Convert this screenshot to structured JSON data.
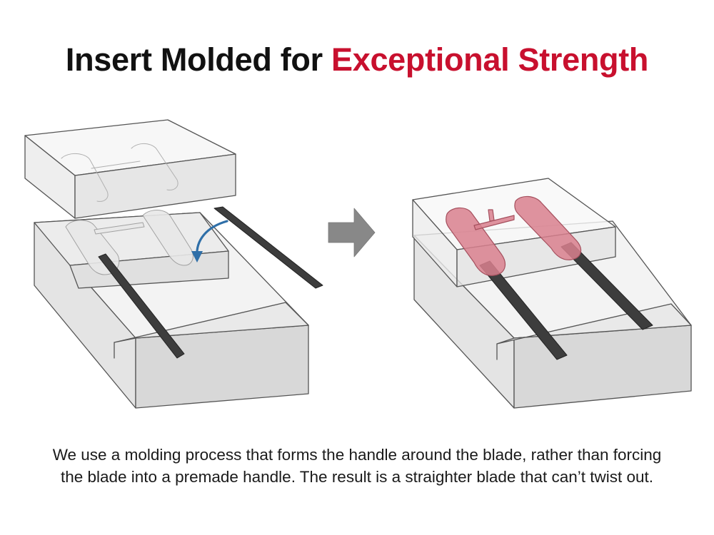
{
  "header": {
    "title_prefix": "Insert Molded for",
    "title_highlight": "Exceptional Strength"
  },
  "caption": {
    "line1": "We use a molding process that forms the handle around the blade, rather than forcing",
    "line2": "the blade into a premade handle. The result is a straighter blade that can’t twist out."
  },
  "colors": {
    "title": "#111111",
    "accent": "#c8102e",
    "mold_outline": "#555555",
    "mold_fill": "#f2f2f2",
    "blade": "#3d3d3d",
    "handle_molded": "#d9808e",
    "insert_arrow": "#2f6fa8",
    "process_arrow": "#888888"
  }
}
